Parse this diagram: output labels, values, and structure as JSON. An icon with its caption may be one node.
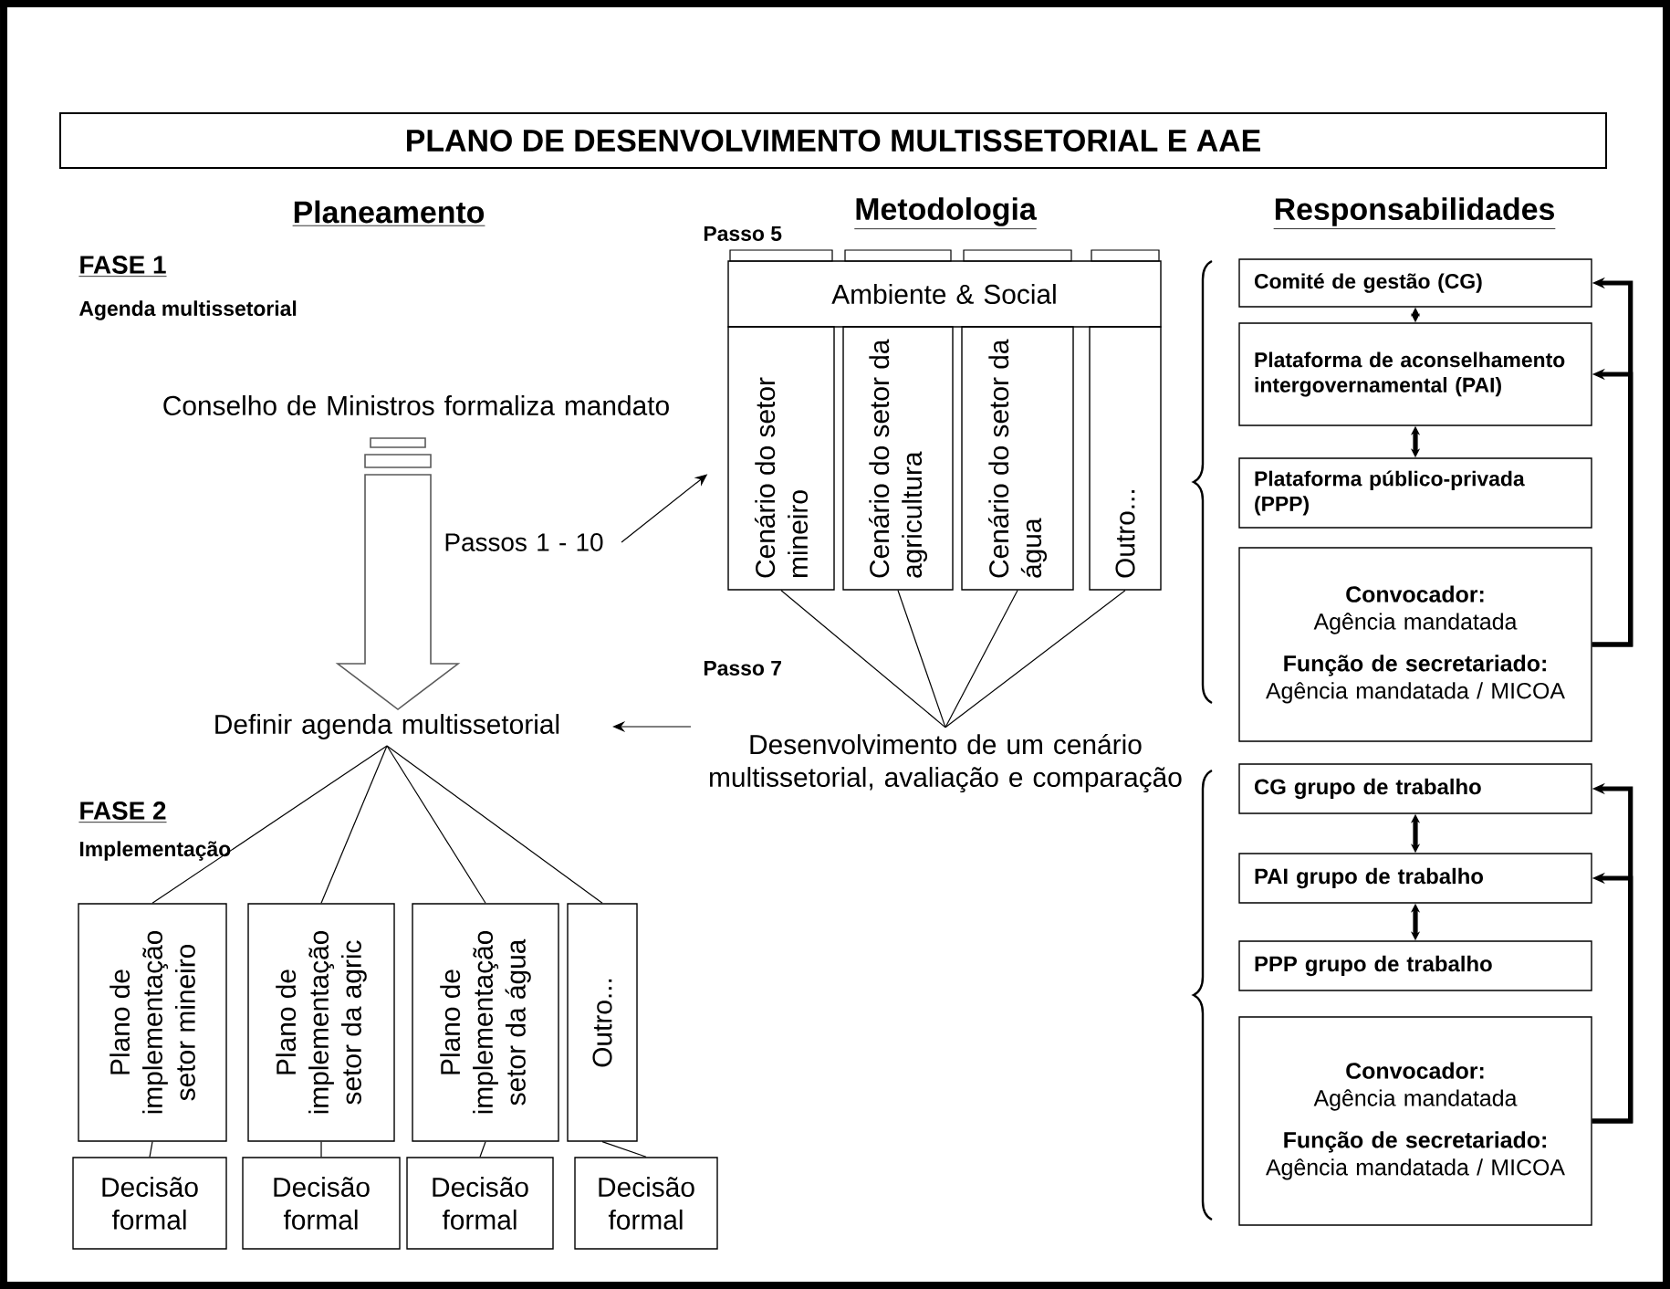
{
  "diagram": {
    "title": "PLANO DE DESENVOLVIMENTO MULTISSETORIAL E AAE",
    "nodes": [
      {
        "text": [
          "Conselho de Ministros formaliza mandato"
        ]
      },
      {
        "text": [
          "Passos 1 - 10"
        ]
      },
      {
        "text": [
          "Definir agenda multissetorial"
        ]
      },
      {
        "text": [
          "Ambiente & Social"
        ]
      },
      {
        "text": [
          "Cenário do setor mineiro"
        ]
      },
      {
        "text": [
          "Cenário do setor da agricultura"
        ]
      },
      {
        "text": [
          "Cenário do setor da água"
        ]
      },
      {
        "text": [
          "Outro..."
        ]
      },
      {
        "text": [
          "Desenvolvimento de um cenário multissetorial, avaliação e comparação"
        ]
      },
      {
        "text": [
          "Plano de implementação setor mineiro"
        ]
      },
      {
        "text": [
          "Plano de implementação setor da agric"
        ]
      },
      {
        "text": [
          "Plano de implementação setor da água"
        ]
      },
      {
        "text": [
          "Outro..."
        ]
      },
      {
        "text": [
          "Decisão formal"
        ]
      },
      {
        "text": [
          "Decisão formal"
        ]
      },
      {
        "text": [
          "Decisão formal"
        ]
      },
      {
        "text": [
          "Decisão formal"
        ]
      },
      {
        "text": [
          "Comité de gestão (CG)"
        ]
      },
      {
        "text": [
          "Plataforma de aconselhamento intergovernamental (PAI)"
        ]
      },
      {
        "text": [
          "Plataforma público-privada (PPP)"
        ]
      },
      {
        "text": [
          "**Convocador:** Agência mandatada",
          "**Função de secretariado:** Agência mandatada / MICOA"
        ]
      },
      {
        "text": [
          "CG grupo de trabalho"
        ]
      },
      {
        "text": [
          "PAI grupo de trabalho"
        ]
      },
      {
        "text": [
          "PPP grupo de trabalho"
        ]
      },
      {
        "text": [
          "**Convocador:** Agência mandatada",
          "**Função de secretariado:** Agência mandatada / MICOA"
        ]
      }
    ],
    "edges": [
      {
        "from": 0,
        "to": 2,
        "arrow": "to"
      },
      {
        "from": 1,
        "to": 4,
        "arrow": "to"
      },
      {
        "from": 4,
        "to": 8,
        "arrow": "none"
      },
      {
        "from": 5,
        "to": 8,
        "arrow": "none"
      },
      {
        "from": 6,
        "to": 8,
        "arrow": "none"
      },
      {
        "from": 7,
        "to": 8,
        "arrow": "none"
      },
      {
        "from": 8,
        "to": 2,
        "arrow": "to"
      },
      {
        "from": 2,
        "to": 9,
        "arrow": "none"
      },
      {
        "from": 2,
        "to": 10,
        "arrow": "none"
      },
      {
        "from": 2,
        "to": 11,
        "arrow": "none"
      },
      {
        "from": 2,
        "to": 12,
        "arrow": "none"
      },
      {
        "from": 9,
        "to": 13,
        "arrow": "none"
      },
      {
        "from": 10,
        "to": 14,
        "arrow": "none"
      },
      {
        "from": 11,
        "to": 15,
        "arrow": "none"
      },
      {
        "from": 12,
        "to": 16,
        "arrow": "none"
      },
      {
        "from": 17,
        "to": 18,
        "arrow": "both",
        "style": "thick"
      },
      {
        "from": 18,
        "to": 19,
        "arrow": "both",
        "style": "thick"
      },
      {
        "from": 20,
        "to": 17,
        "arrow": "to",
        "style": "thick"
      },
      {
        "from": 20,
        "to": 18,
        "arrow": "to",
        "style": "thick"
      },
      {
        "from": 21,
        "to": 22,
        "arrow": "both",
        "style": "thick"
      },
      {
        "from": 22,
        "to": 23,
        "arrow": "both",
        "style": "thick"
      },
      {
        "from": 24,
        "to": 21,
        "arrow": "to",
        "style": "thick"
      },
      {
        "from": 24,
        "to": 22,
        "arrow": "to",
        "style": "thick"
      }
    ],
    "labels": [
      "Planeamento",
      "Metodologia",
      "Responsabilidades",
      "Passo 5",
      "FASE 1",
      "Agenda multissetorial",
      "Passo 7",
      "FASE 2",
      "Implementação"
    ]
  }
}
